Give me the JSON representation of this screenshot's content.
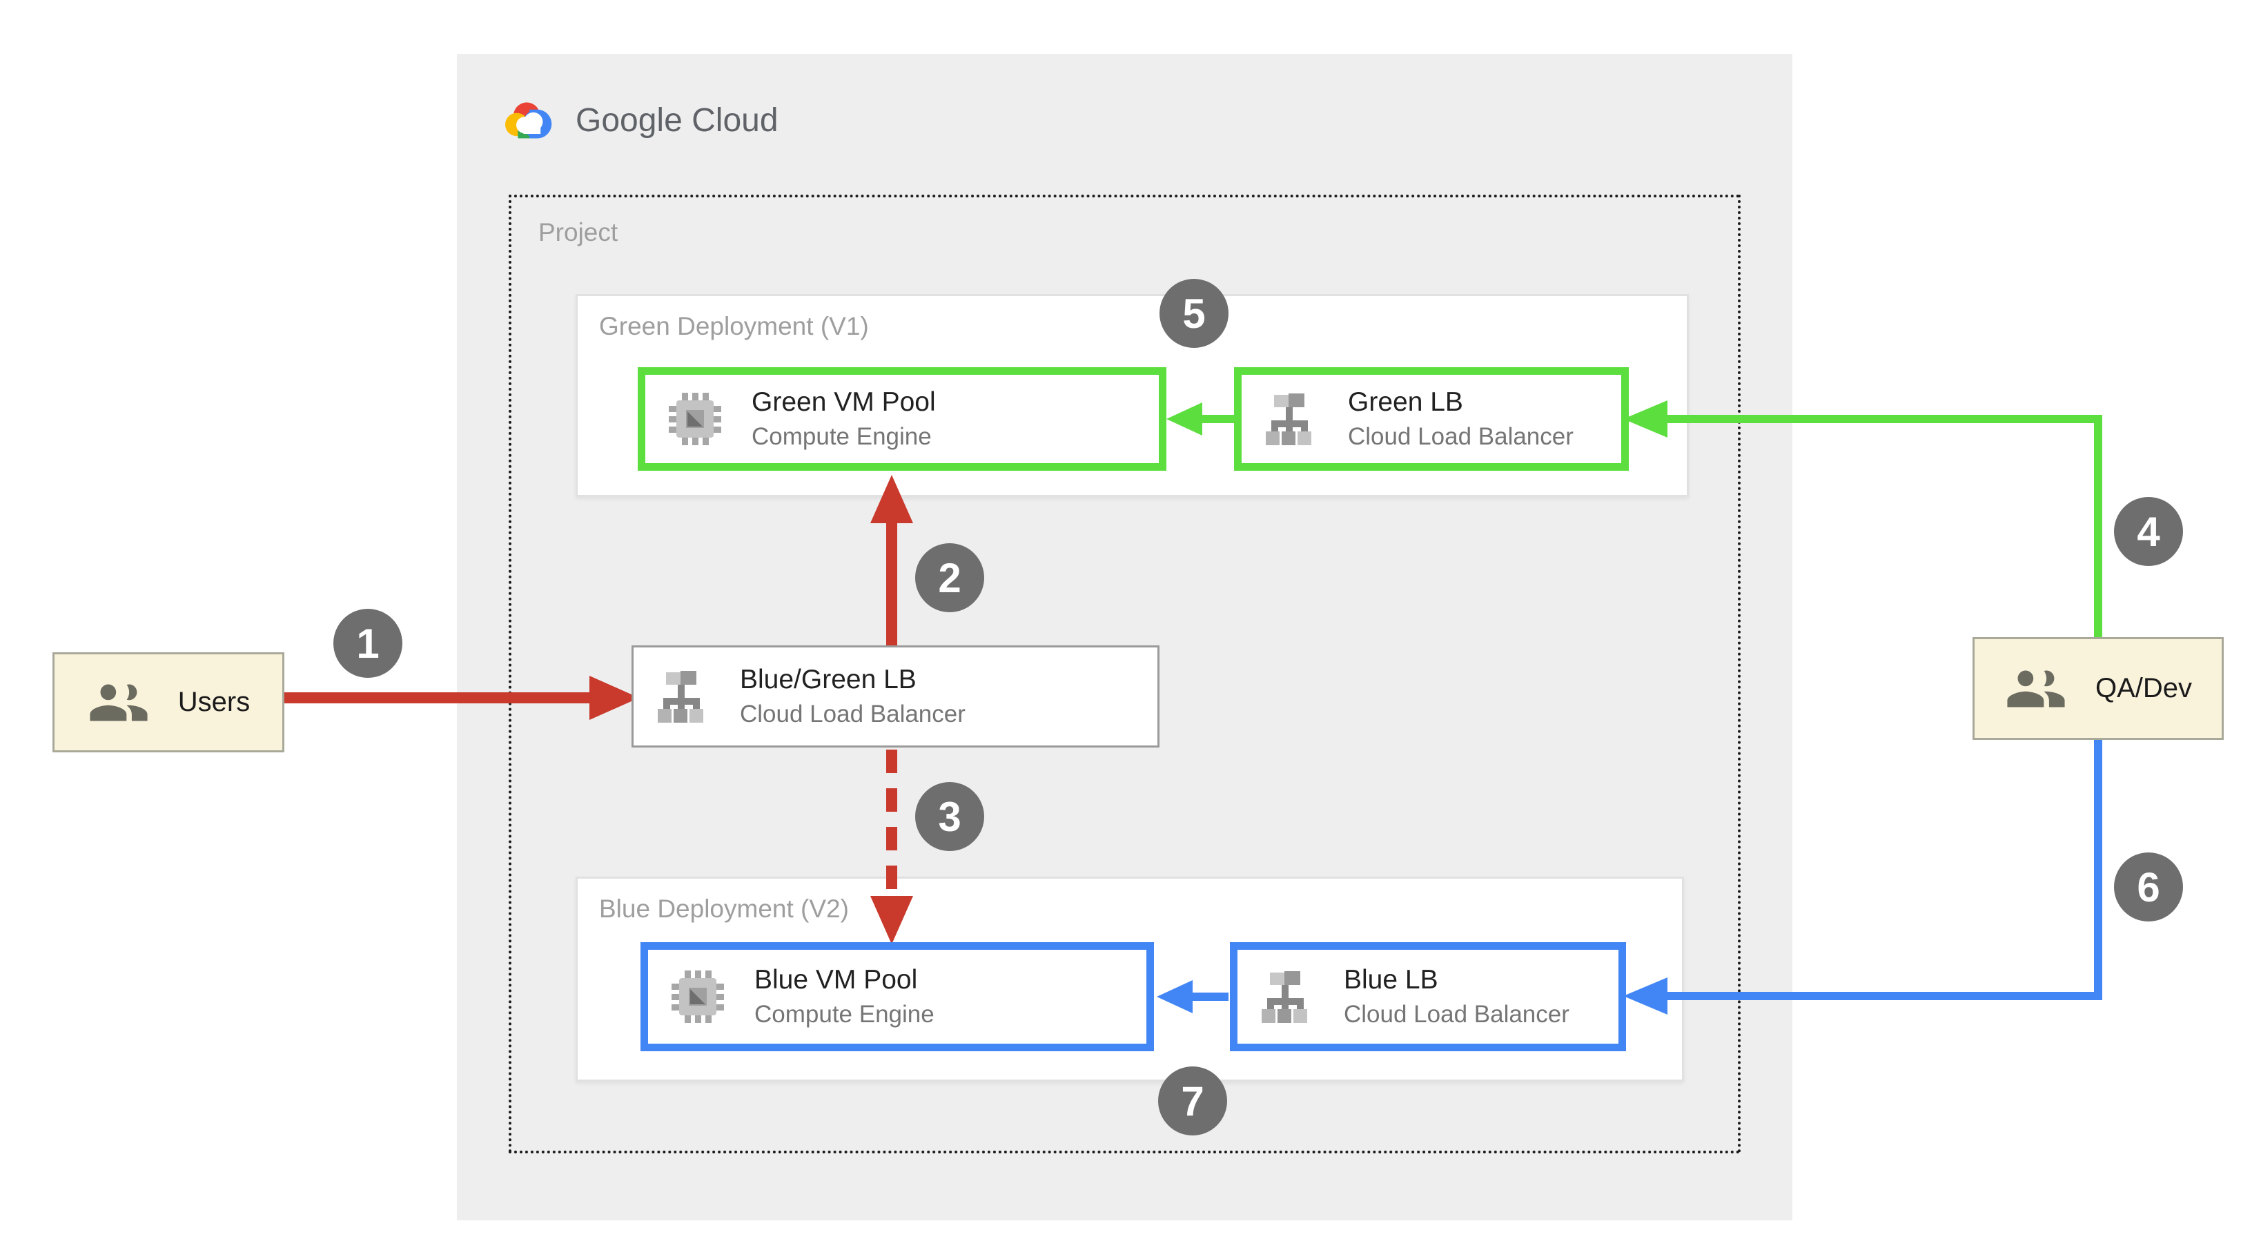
{
  "logo": {
    "label": "Google Cloud"
  },
  "project": {
    "label": "Project"
  },
  "deployments": {
    "green": {
      "label": "Green Deployment (V1)"
    },
    "blue": {
      "label": "Blue Deployment (V2)"
    }
  },
  "nodes": {
    "green_vm_pool": {
      "title": "Green VM Pool",
      "subtitle": "Compute Engine",
      "icon": "compute-engine-icon"
    },
    "green_lb": {
      "title": "Green LB",
      "subtitle": "Cloud Load Balancer",
      "icon": "load-balancer-icon"
    },
    "blue_green_lb": {
      "title": "Blue/Green LB",
      "subtitle": "Cloud Load Balancer",
      "icon": "load-balancer-icon"
    },
    "blue_vm_pool": {
      "title": "Blue VM Pool",
      "subtitle": "Compute Engine",
      "icon": "compute-engine-icon"
    },
    "blue_lb": {
      "title": "Blue LB",
      "subtitle": "Cloud Load Balancer",
      "icon": "load-balancer-icon"
    }
  },
  "actors": {
    "users": {
      "label": "Users",
      "icon": "users-icon"
    },
    "qa_dev": {
      "label": "QA/Dev",
      "icon": "users-icon"
    }
  },
  "steps": [
    {
      "label": "1"
    },
    {
      "label": "2"
    },
    {
      "label": "3"
    },
    {
      "label": "4"
    },
    {
      "label": "5"
    },
    {
      "label": "6"
    },
    {
      "label": "7"
    }
  ],
  "colors": {
    "canvas_bg": "#FFFFFF",
    "panel_bg": "#EEEEEE",
    "green_accent": "#5CDE3E",
    "blue_accent": "#4285F4",
    "red_accent": "#C9392C",
    "badge_gray": "#6E6E6E",
    "actor_bg": "#FAF3DC",
    "node_title_text": "#212121",
    "node_subtitle_text": "#757575",
    "section_label_text": "#9E9E9E",
    "logo_text": "#5F6368",
    "logo_red": "#EA4335",
    "logo_yellow": "#FBBC05",
    "logo_green": "#34A853",
    "logo_blue": "#4285F4"
  }
}
